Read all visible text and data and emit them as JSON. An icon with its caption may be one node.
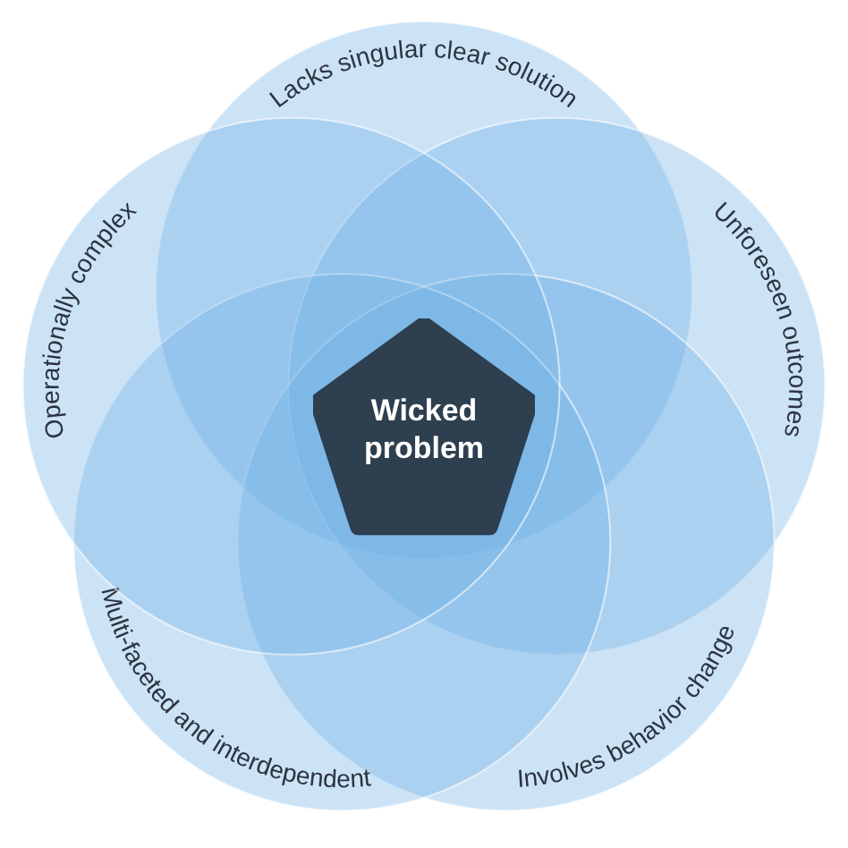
{
  "diagram": {
    "nodes": [
      {
        "text": [
          "Wicked problem"
        ]
      },
      {
        "text": [
          "Lacks singular clear solution"
        ]
      },
      {
        "text": [
          "Unforeseen outcomes"
        ]
      },
      {
        "text": [
          "Involves behavior change"
        ]
      },
      {
        "text": [
          "Multi-faceted and interdependent"
        ]
      },
      {
        "text": [
          "Operationally complex"
        ]
      }
    ]
  }
}
